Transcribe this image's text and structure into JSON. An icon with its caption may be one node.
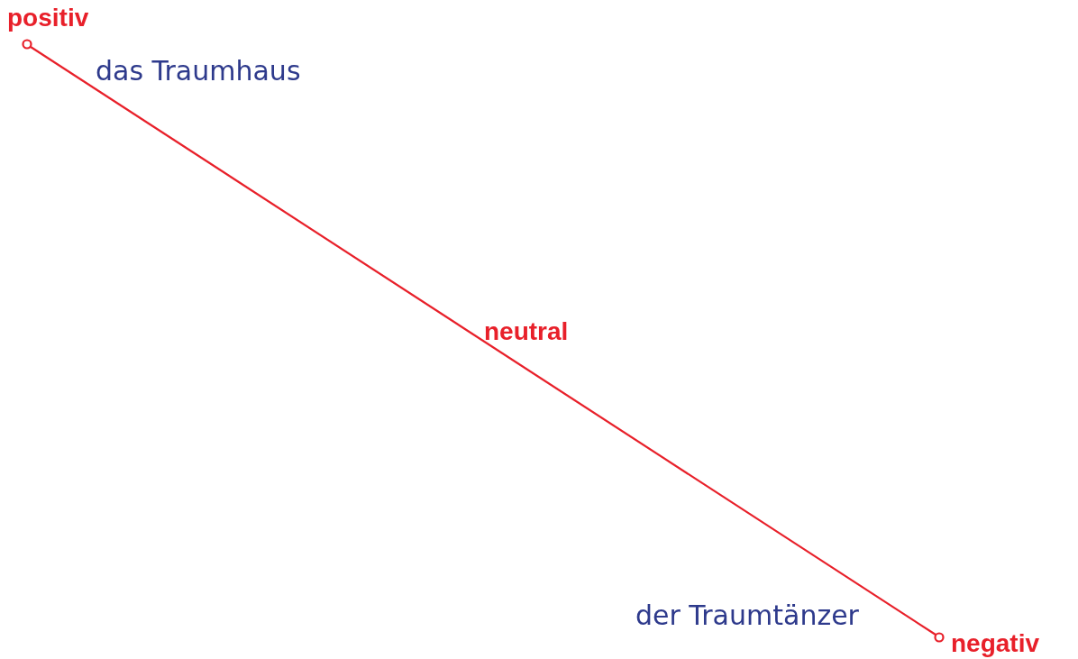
{
  "diagram": {
    "labels": [
      "positiv",
      "das Traumhaus",
      "neutral",
      "der Traumtänzer",
      "negativ"
    ]
  }
}
